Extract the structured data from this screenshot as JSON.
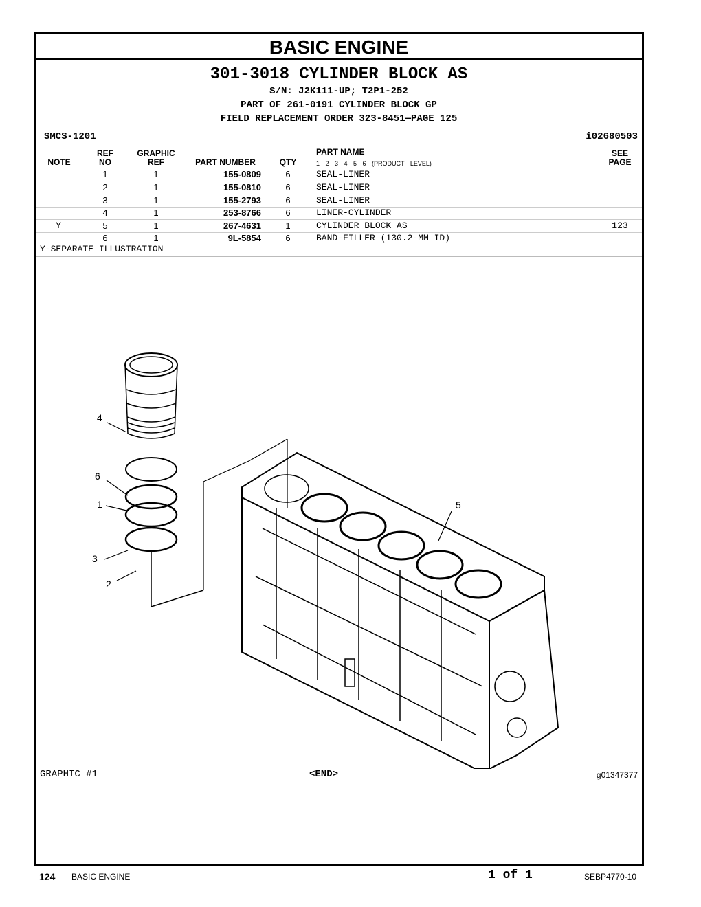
{
  "title": "BASIC ENGINE",
  "header": {
    "assembly": "301-3018 CYLINDER BLOCK AS",
    "serial": "S/N: J2K111-UP; T2P1-252",
    "part_of": "PART OF 261-0191 CYLINDER BLOCK GP",
    "field_order": "FIELD REPLACEMENT ORDER 323-8451—PAGE 125",
    "smcs": "SMCS-1201",
    "doc_id": "i02680503"
  },
  "columns": {
    "note": "NOTE",
    "ref_no_top": "REF",
    "ref_no_bottom": "NO",
    "graphic_ref_top": "GRAPHIC",
    "graphic_ref_bottom": "REF",
    "part_number": "PART NUMBER",
    "qty": "QTY",
    "part_name": "PART NAME",
    "product_levels": "1 2 3 4 5 6 (PRODUCT LEVEL)",
    "see_page_top": "SEE",
    "see_page_bottom": "PAGE"
  },
  "rows": [
    {
      "note": "",
      "ref": "1",
      "graphic": "1",
      "part_number": "155-0809",
      "qty": "6",
      "name": "SEAL-LINER",
      "page": ""
    },
    {
      "note": "",
      "ref": "2",
      "graphic": "1",
      "part_number": "155-0810",
      "qty": "6",
      "name": "SEAL-LINER",
      "page": ""
    },
    {
      "note": "",
      "ref": "3",
      "graphic": "1",
      "part_number": "155-2793",
      "qty": "6",
      "name": "SEAL-LINER",
      "page": ""
    },
    {
      "note": "",
      "ref": "4",
      "graphic": "1",
      "part_number": "253-8766",
      "qty": "6",
      "name": "LINER-CYLINDER",
      "page": ""
    },
    {
      "note": "Y",
      "ref": "5",
      "graphic": "1",
      "part_number": "267-4631",
      "qty": "1",
      "name": "CYLINDER BLOCK AS",
      "page": "123"
    },
    {
      "note": "",
      "ref": "6",
      "graphic": "1",
      "part_number": "9L-5854",
      "qty": "6",
      "name": "BAND-FILLER (130.2-MM ID)",
      "page": ""
    }
  ],
  "footnote": "Y-SEPARATE ILLUSTRATION",
  "illustration": {
    "callouts": [
      "4",
      "6",
      "1",
      "3",
      "2",
      "5"
    ],
    "graphic_label": "GRAPHIC #1",
    "end_label": "<END>",
    "graphic_id": "g01347377"
  },
  "footer": {
    "page_number": "124",
    "section": "BASIC ENGINE",
    "page_of": "1 of 1",
    "doc_number": "SEBP4770-10"
  }
}
